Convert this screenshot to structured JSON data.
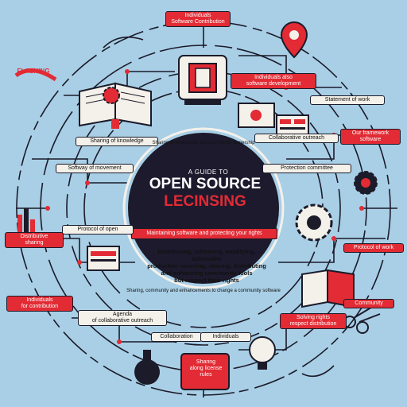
{
  "center": {
    "subtitle": "A GUIDE TO",
    "title_line1": "OPEN SOURCE",
    "title_line2": "LECINSING",
    "banner": "Maintaining software and protecting your rights",
    "body": "Distributing, reforming, modifying, achievable\nproduction sourcing, sharing, distributing\nand enhancing community tools\nbut respect their rights"
  },
  "labels": {
    "top_right_red": "Individuals\nSoftware Contribution",
    "mid_right_red": "Individuals also\nsoftware development",
    "top_left_white": "Sharing of knowledge",
    "softway_white": "Softway of movement",
    "right_top_white": "Statement of work",
    "right_red_small": "Our framework\nsoftware",
    "protection_white": "Protection committee",
    "indicative_white": "Collaborative outreach",
    "left_red": "Distributive\nsharing",
    "left_white_small": "Protocol of open",
    "right_mid_red": "Protocol of work",
    "left_bottom_red": "Individuals\nfor contribution",
    "right_bottom_red": "Solving rights\nrespect distribution",
    "community_red": "Community",
    "bottom_left_white": "Agenda\nof collaborative outreach",
    "bottom_white_1": "Collaboration",
    "bottom_white_2": "Individuals",
    "bottom_red": "Sharing\nalong license\nrules",
    "arc_top": "Sharing of knowledge and community ownership",
    "arc_bottom": "Sharing, community and enhancements to change a community software",
    "corner_red": "FLASHING"
  },
  "colors": {
    "background": "#a9cfe6",
    "ink": "#1b1b2a",
    "accent_red": "#e22b34",
    "paper": "#f4f1ea",
    "center_disc": "#1e1a2e"
  }
}
